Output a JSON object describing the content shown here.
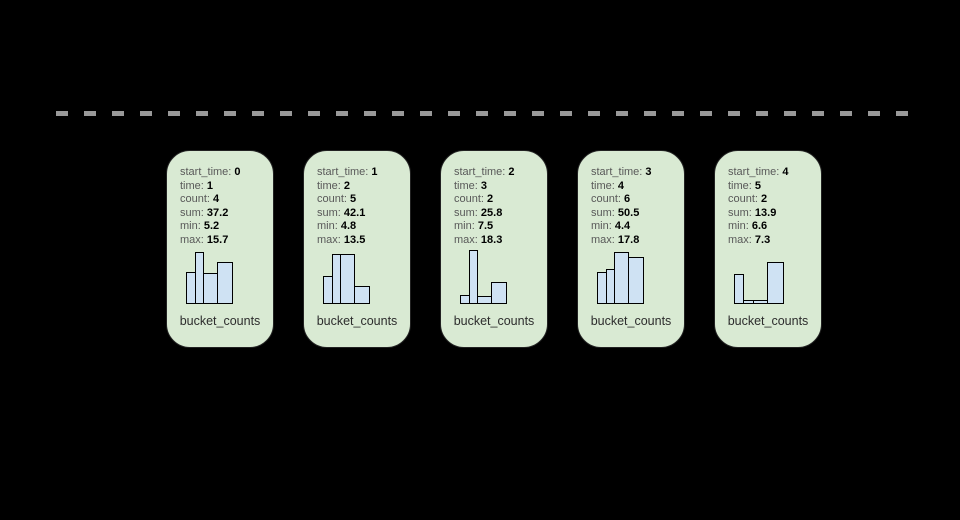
{
  "page": {
    "background_color": "#000000"
  },
  "divider": {
    "style": "dashed-horizontal-line",
    "color": "#999999"
  },
  "styles": {
    "card_background": "#d9ead3",
    "card_border": "#222222",
    "bar_fill": "#cfe2f3",
    "bar_border": "#000000",
    "label_color": "#595959",
    "value_color": "#000000"
  },
  "cards": [
    {
      "fields": [
        {
          "label": "start_time:",
          "value": "0"
        },
        {
          "label": "time:",
          "value": "1"
        },
        {
          "label": "count:",
          "value": "4"
        },
        {
          "label": "sum:",
          "value": "37.2"
        },
        {
          "label": "min:",
          "value": "5.2"
        },
        {
          "label": "max:",
          "value": "15.7"
        }
      ],
      "bucket_label": "bucket_counts",
      "histogram": {
        "type": "bar",
        "bars": [
          {
            "w": 10,
            "h": 32
          },
          {
            "w": 9,
            "h": 52
          },
          {
            "w": 15,
            "h": 31
          },
          {
            "w": 16,
            "h": 42
          }
        ]
      }
    },
    {
      "fields": [
        {
          "label": "start_time:",
          "value": "1"
        },
        {
          "label": "time:",
          "value": "2"
        },
        {
          "label": "count:",
          "value": "5"
        },
        {
          "label": "sum:",
          "value": "42.1"
        },
        {
          "label": "min:",
          "value": "4.8"
        },
        {
          "label": "max:",
          "value": "13.5"
        }
      ],
      "bucket_label": "bucket_counts",
      "histogram": {
        "type": "bar",
        "bars": [
          {
            "w": 10,
            "h": 28
          },
          {
            "w": 9,
            "h": 50
          },
          {
            "w": 15,
            "h": 50
          },
          {
            "w": 16,
            "h": 18
          }
        ]
      }
    },
    {
      "fields": [
        {
          "label": "start_time:",
          "value": "2"
        },
        {
          "label": "time:",
          "value": "3"
        },
        {
          "label": "count:",
          "value": "2"
        },
        {
          "label": "sum:",
          "value": "25.8"
        },
        {
          "label": "min:",
          "value": "7.5"
        },
        {
          "label": "max:",
          "value": "18.3"
        }
      ],
      "bucket_label": "bucket_counts",
      "histogram": {
        "type": "bar",
        "bars": [
          {
            "w": 10,
            "h": 9
          },
          {
            "w": 9,
            "h": 54
          },
          {
            "w": 15,
            "h": 8
          },
          {
            "w": 16,
            "h": 22
          }
        ]
      }
    },
    {
      "fields": [
        {
          "label": "start_time:",
          "value": "3"
        },
        {
          "label": "time:",
          "value": "4"
        },
        {
          "label": "count:",
          "value": "6"
        },
        {
          "label": "sum:",
          "value": "50.5"
        },
        {
          "label": "min:",
          "value": "4.4"
        },
        {
          "label": "max:",
          "value": "17.8"
        }
      ],
      "bucket_label": "bucket_counts",
      "histogram": {
        "type": "bar",
        "bars": [
          {
            "w": 10,
            "h": 32
          },
          {
            "w": 9,
            "h": 35
          },
          {
            "w": 15,
            "h": 52
          },
          {
            "w": 16,
            "h": 47
          }
        ]
      }
    },
    {
      "fields": [
        {
          "label": "start_time:",
          "value": "4"
        },
        {
          "label": "time:",
          "value": "5"
        },
        {
          "label": "count:",
          "value": "2"
        },
        {
          "label": "sum:",
          "value": "13.9"
        },
        {
          "label": "min:",
          "value": "6.6"
        },
        {
          "label": "max:",
          "value": "7.3"
        }
      ],
      "bucket_label": "bucket_counts",
      "histogram": {
        "type": "bar",
        "bars": [
          {
            "w": 10,
            "h": 30
          },
          {
            "w": 11,
            "h": 4
          },
          {
            "w": 15,
            "h": 4
          },
          {
            "w": 17,
            "h": 42
          }
        ]
      }
    }
  ]
}
